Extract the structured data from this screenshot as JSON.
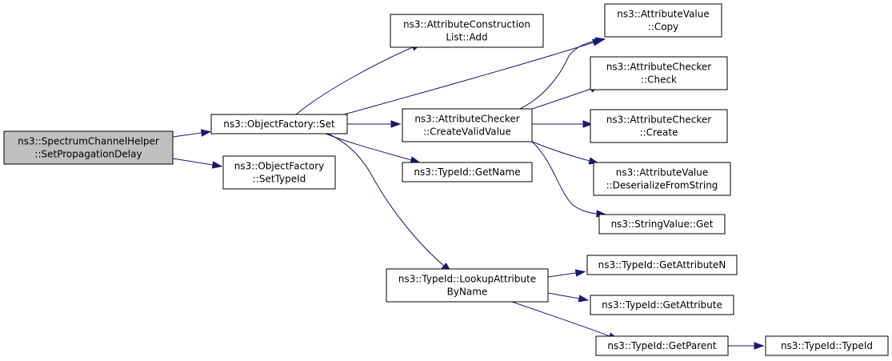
{
  "colors": {
    "edge": "#191970",
    "root_fill": "#bfbfbf",
    "node_fill": "#ffffff",
    "border": "#000000"
  },
  "nodes": [
    {
      "id": "spectrum_set_prop_delay",
      "lines": [
        "ns3::SpectrumChannelHelper",
        "::SetPropagationDelay"
      ],
      "root": true
    },
    {
      "id": "objfactory_set",
      "lines": [
        "ns3::ObjectFactory::Set"
      ]
    },
    {
      "id": "objfactory_settypeid",
      "lines": [
        "ns3::ObjectFactory",
        "::SetTypeId"
      ]
    },
    {
      "id": "attrconstr_add",
      "lines": [
        "ns3::AttributeConstruction",
        "List::Add"
      ]
    },
    {
      "id": "attrvalue_copy",
      "lines": [
        "ns3::AttributeValue",
        "::Copy"
      ]
    },
    {
      "id": "attrchecker_createvalid",
      "lines": [
        "ns3::AttributeChecker",
        "::CreateValidValue"
      ]
    },
    {
      "id": "typeid_getname",
      "lines": [
        "ns3::TypeId::GetName"
      ]
    },
    {
      "id": "typeid_lookup",
      "lines": [
        "ns3::TypeId::LookupAttribute",
        "ByName"
      ]
    },
    {
      "id": "attrchecker_check",
      "lines": [
        "ns3::AttributeChecker",
        "::Check"
      ]
    },
    {
      "id": "attrchecker_create",
      "lines": [
        "ns3::AttributeChecker",
        "::Create"
      ]
    },
    {
      "id": "attrvalue_deserialize",
      "lines": [
        "ns3::AttributeValue",
        "::DeserializeFromString"
      ]
    },
    {
      "id": "stringvalue_get",
      "lines": [
        "ns3::StringValue::Get"
      ]
    },
    {
      "id": "typeid_getattributen",
      "lines": [
        "ns3::TypeId::GetAttributeN"
      ]
    },
    {
      "id": "typeid_getattribute",
      "lines": [
        "ns3::TypeId::GetAttribute"
      ]
    },
    {
      "id": "typeid_getparent",
      "lines": [
        "ns3::TypeId::GetParent"
      ]
    },
    {
      "id": "typeid_typeid",
      "lines": [
        "ns3::TypeId::TypeId"
      ]
    }
  ],
  "edges": [
    {
      "from": "spectrum_set_prop_delay",
      "to": "objfactory_set"
    },
    {
      "from": "spectrum_set_prop_delay",
      "to": "objfactory_settypeid"
    },
    {
      "from": "objfactory_set",
      "to": "attrconstr_add"
    },
    {
      "from": "objfactory_set",
      "to": "attrvalue_copy"
    },
    {
      "from": "objfactory_set",
      "to": "attrchecker_createvalid"
    },
    {
      "from": "objfactory_set",
      "to": "typeid_getname"
    },
    {
      "from": "objfactory_set",
      "to": "typeid_lookup"
    },
    {
      "from": "attrchecker_createvalid",
      "to": "attrvalue_copy"
    },
    {
      "from": "attrchecker_createvalid",
      "to": "attrchecker_check"
    },
    {
      "from": "attrchecker_createvalid",
      "to": "attrchecker_create"
    },
    {
      "from": "attrchecker_createvalid",
      "to": "attrvalue_deserialize"
    },
    {
      "from": "attrchecker_createvalid",
      "to": "stringvalue_get"
    },
    {
      "from": "typeid_lookup",
      "to": "typeid_getattributen"
    },
    {
      "from": "typeid_lookup",
      "to": "typeid_getattribute"
    },
    {
      "from": "typeid_lookup",
      "to": "typeid_getparent"
    },
    {
      "from": "typeid_getparent",
      "to": "typeid_typeid"
    }
  ]
}
